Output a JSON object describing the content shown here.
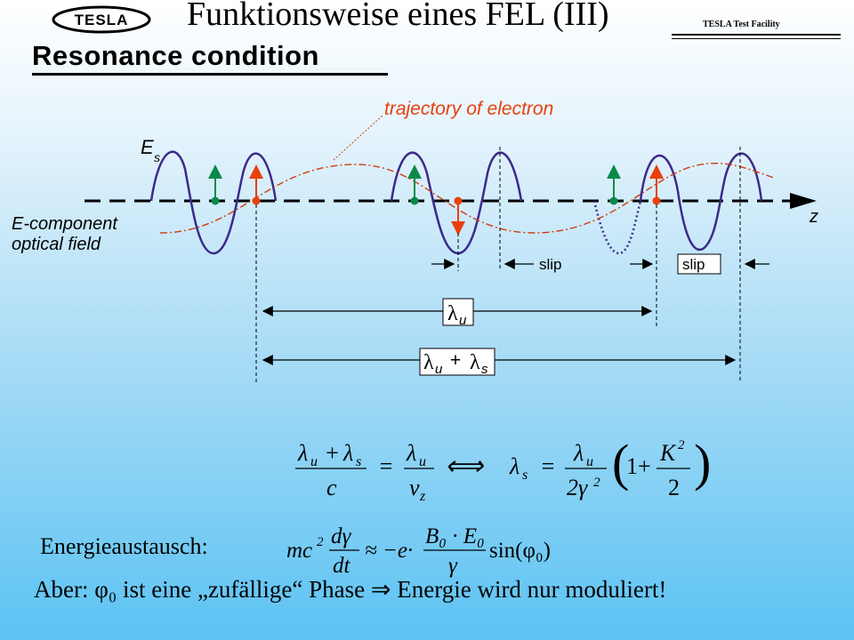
{
  "header": {
    "logo_text": "TESLA",
    "title": "Funktionsweise eines FEL (III)",
    "facility": "TESLA Test Facility"
  },
  "subtitle": "Resonance condition",
  "diagram": {
    "trajectory_label": "trajectory of electron",
    "es_label": "E",
    "es_sub": "s",
    "ecomp_line1": "E-component",
    "ecomp_line2": "optical field",
    "z_label": "z",
    "slip1": "slip",
    "slip2": "slip",
    "lambda_u": "λ",
    "lambda_u_sub": "u",
    "lambda_sum_a": "λ",
    "lambda_sum_a_sub": "u",
    "lambda_sum_plus": " + ",
    "lambda_sum_b": "λ",
    "lambda_sum_b_sub": "s"
  },
  "equations": {
    "eq1_num1": "λ",
    "eq1_num1_sub": "u",
    "eq1_plus": " + ",
    "eq1_num2": "λ",
    "eq1_num2_sub": "s",
    "eq1_den": "c",
    "eq1_eq": "=",
    "eq1_num3": "λ",
    "eq1_num3_sub": "u",
    "eq1_den2": "v",
    "eq1_den2_sub": "z",
    "eq1_iff": "⟺",
    "eq1_ls": "λ",
    "eq1_ls_sub": "s",
    "eq1_eq2": "=",
    "eq1_num4": "λ",
    "eq1_num4_sub": "u",
    "eq1_den4": "2γ",
    "eq1_den4_sup": "2",
    "eq1_one_plus": "1+",
    "eq1_K": "K",
    "eq1_K_sup": "2",
    "eq1_two": "2",
    "energy_label": "Energieaustausch:",
    "eq2_lhs": "mc",
    "eq2_lhs_sup": "2",
    "eq2_dgamma": "dγ",
    "eq2_dt": "dt",
    "eq2_approx": "≈ −e·",
    "eq2_b0e0": "B₀ · E₀",
    "eq2_gamma": "γ",
    "eq2_sin": "sin(φ₀)",
    "aber_text": "Aber: φ₀ ist eine „zufällige“ Phase ⇒ Energie wird nur moduliert!"
  }
}
